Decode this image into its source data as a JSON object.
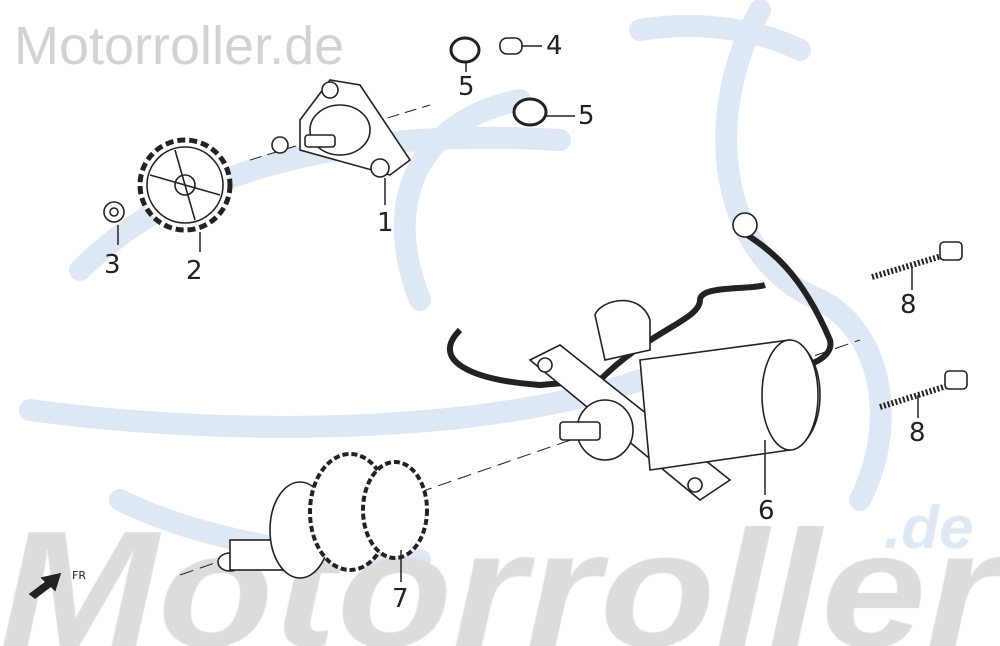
{
  "watermark": {
    "top_text": "Motorroller.de",
    "bottom_text": "Motorroller",
    "bottom_suffix": ".de"
  },
  "colors": {
    "line": "#222222",
    "watermark_gray": "#d2d2d2",
    "watermark_blue": "#dde8f4"
  },
  "labels": [
    {
      "id": "1",
      "text": "1"
    },
    {
      "id": "2",
      "text": "2"
    },
    {
      "id": "3",
      "text": "3"
    },
    {
      "id": "4",
      "text": "4"
    },
    {
      "id": "5a",
      "text": "5"
    },
    {
      "id": "5b",
      "text": "5"
    },
    {
      "id": "6",
      "text": "6"
    },
    {
      "id": "7",
      "text": "7"
    },
    {
      "id": "8a",
      "text": "8"
    },
    {
      "id": "8b",
      "text": "8"
    }
  ],
  "direction": {
    "text": "FR",
    "icon": "arrow-down-left-icon"
  }
}
